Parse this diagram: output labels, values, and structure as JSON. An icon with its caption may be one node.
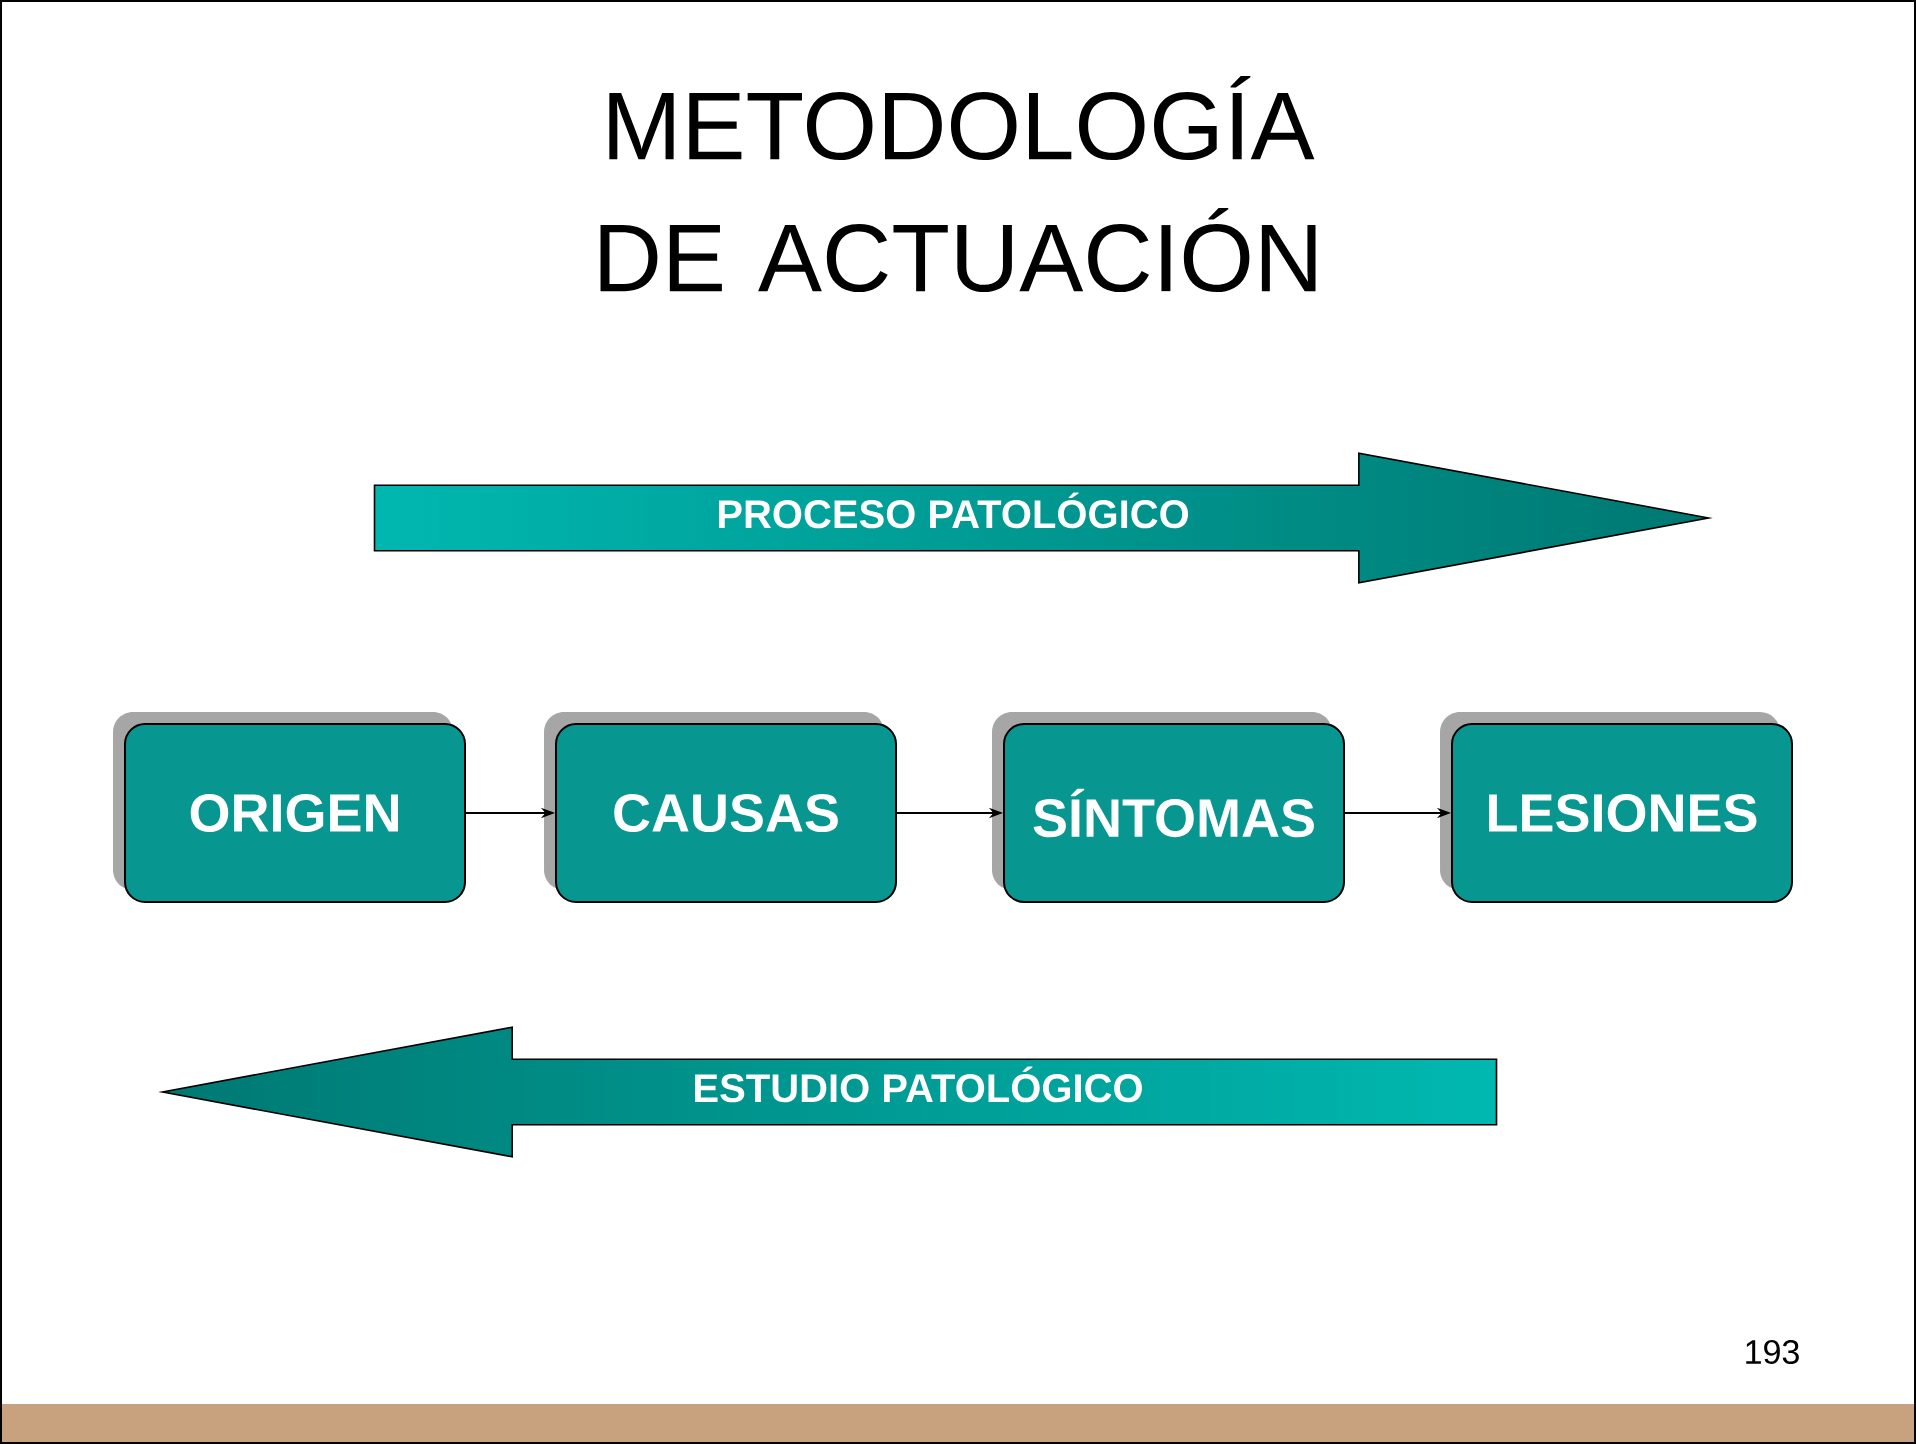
{
  "diagram": {
    "title": "METODOLOGÍA DE ACTUACIÓN",
    "nodes": [
      {
        "text": [
          "PROCESO PATOLÓGICO"
        ]
      },
      {
        "text": [
          "ORIGEN"
        ]
      },
      {
        "text": [
          "CAUSAS"
        ]
      },
      {
        "text": [
          "SÍNTOMAS"
        ]
      },
      {
        "text": [
          "LESIONES"
        ]
      },
      {
        "text": [
          "ESTUDIO PATOLÓGICO"
        ]
      }
    ],
    "edges": [
      {
        "from": 1,
        "to": 2,
        "arrow": "to"
      },
      {
        "from": 2,
        "to": 3,
        "arrow": "to"
      },
      {
        "from": 3,
        "to": 4,
        "arrow": "to"
      }
    ],
    "labels": [
      "193"
    ]
  }
}
